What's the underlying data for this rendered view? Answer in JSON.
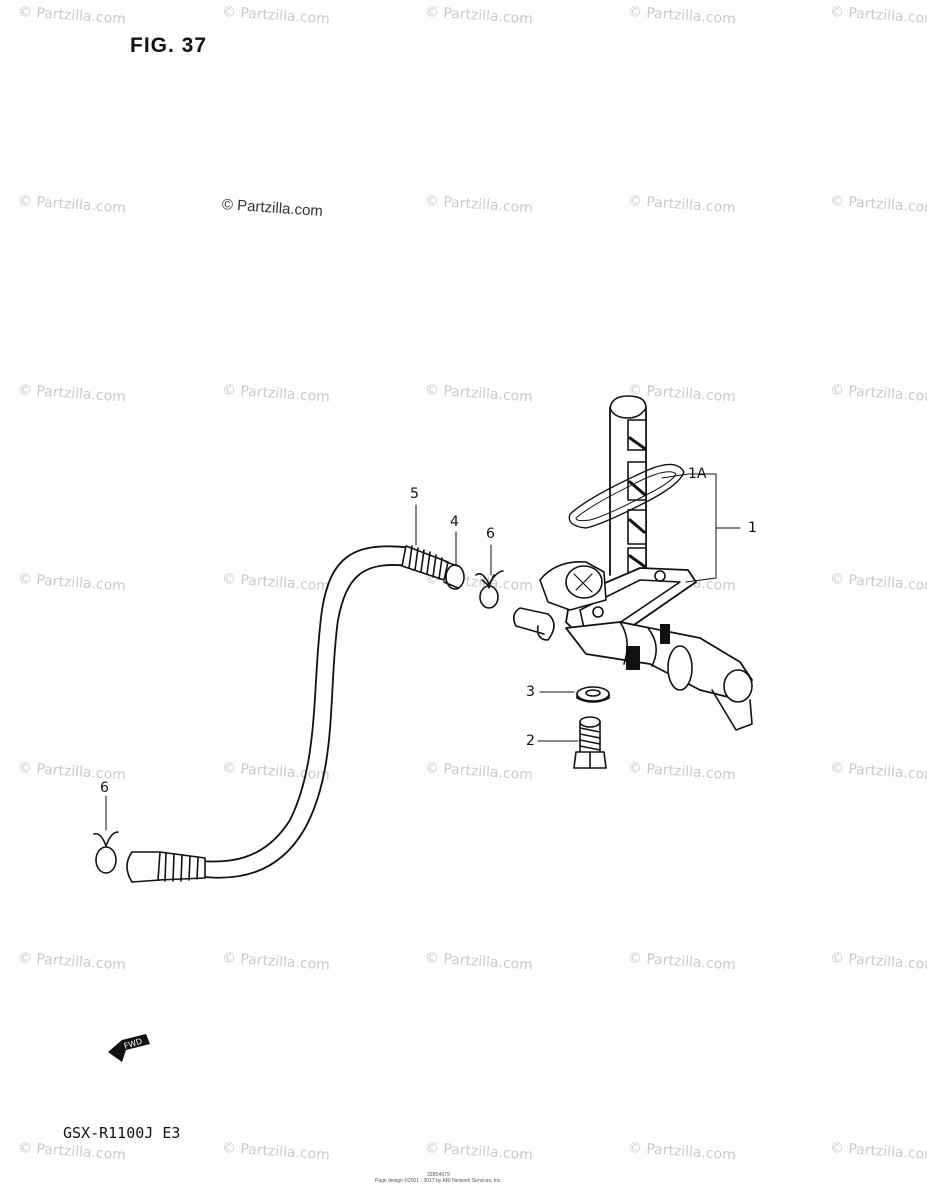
{
  "figure": {
    "title": "FIG. 37",
    "model": "GSX-R1100J E3"
  },
  "watermark": {
    "main": "© Partzilla.com",
    "tile": "© Partzilla.com"
  },
  "callouts": [
    "5",
    "4",
    "6",
    "1A",
    "1",
    "3",
    "2",
    "6"
  ],
  "fwd_badge": "FWD",
  "footer": {
    "code": "32B54079",
    "credit": "Page design ©2001 - 2017 by ARI Network Services, Inc."
  }
}
